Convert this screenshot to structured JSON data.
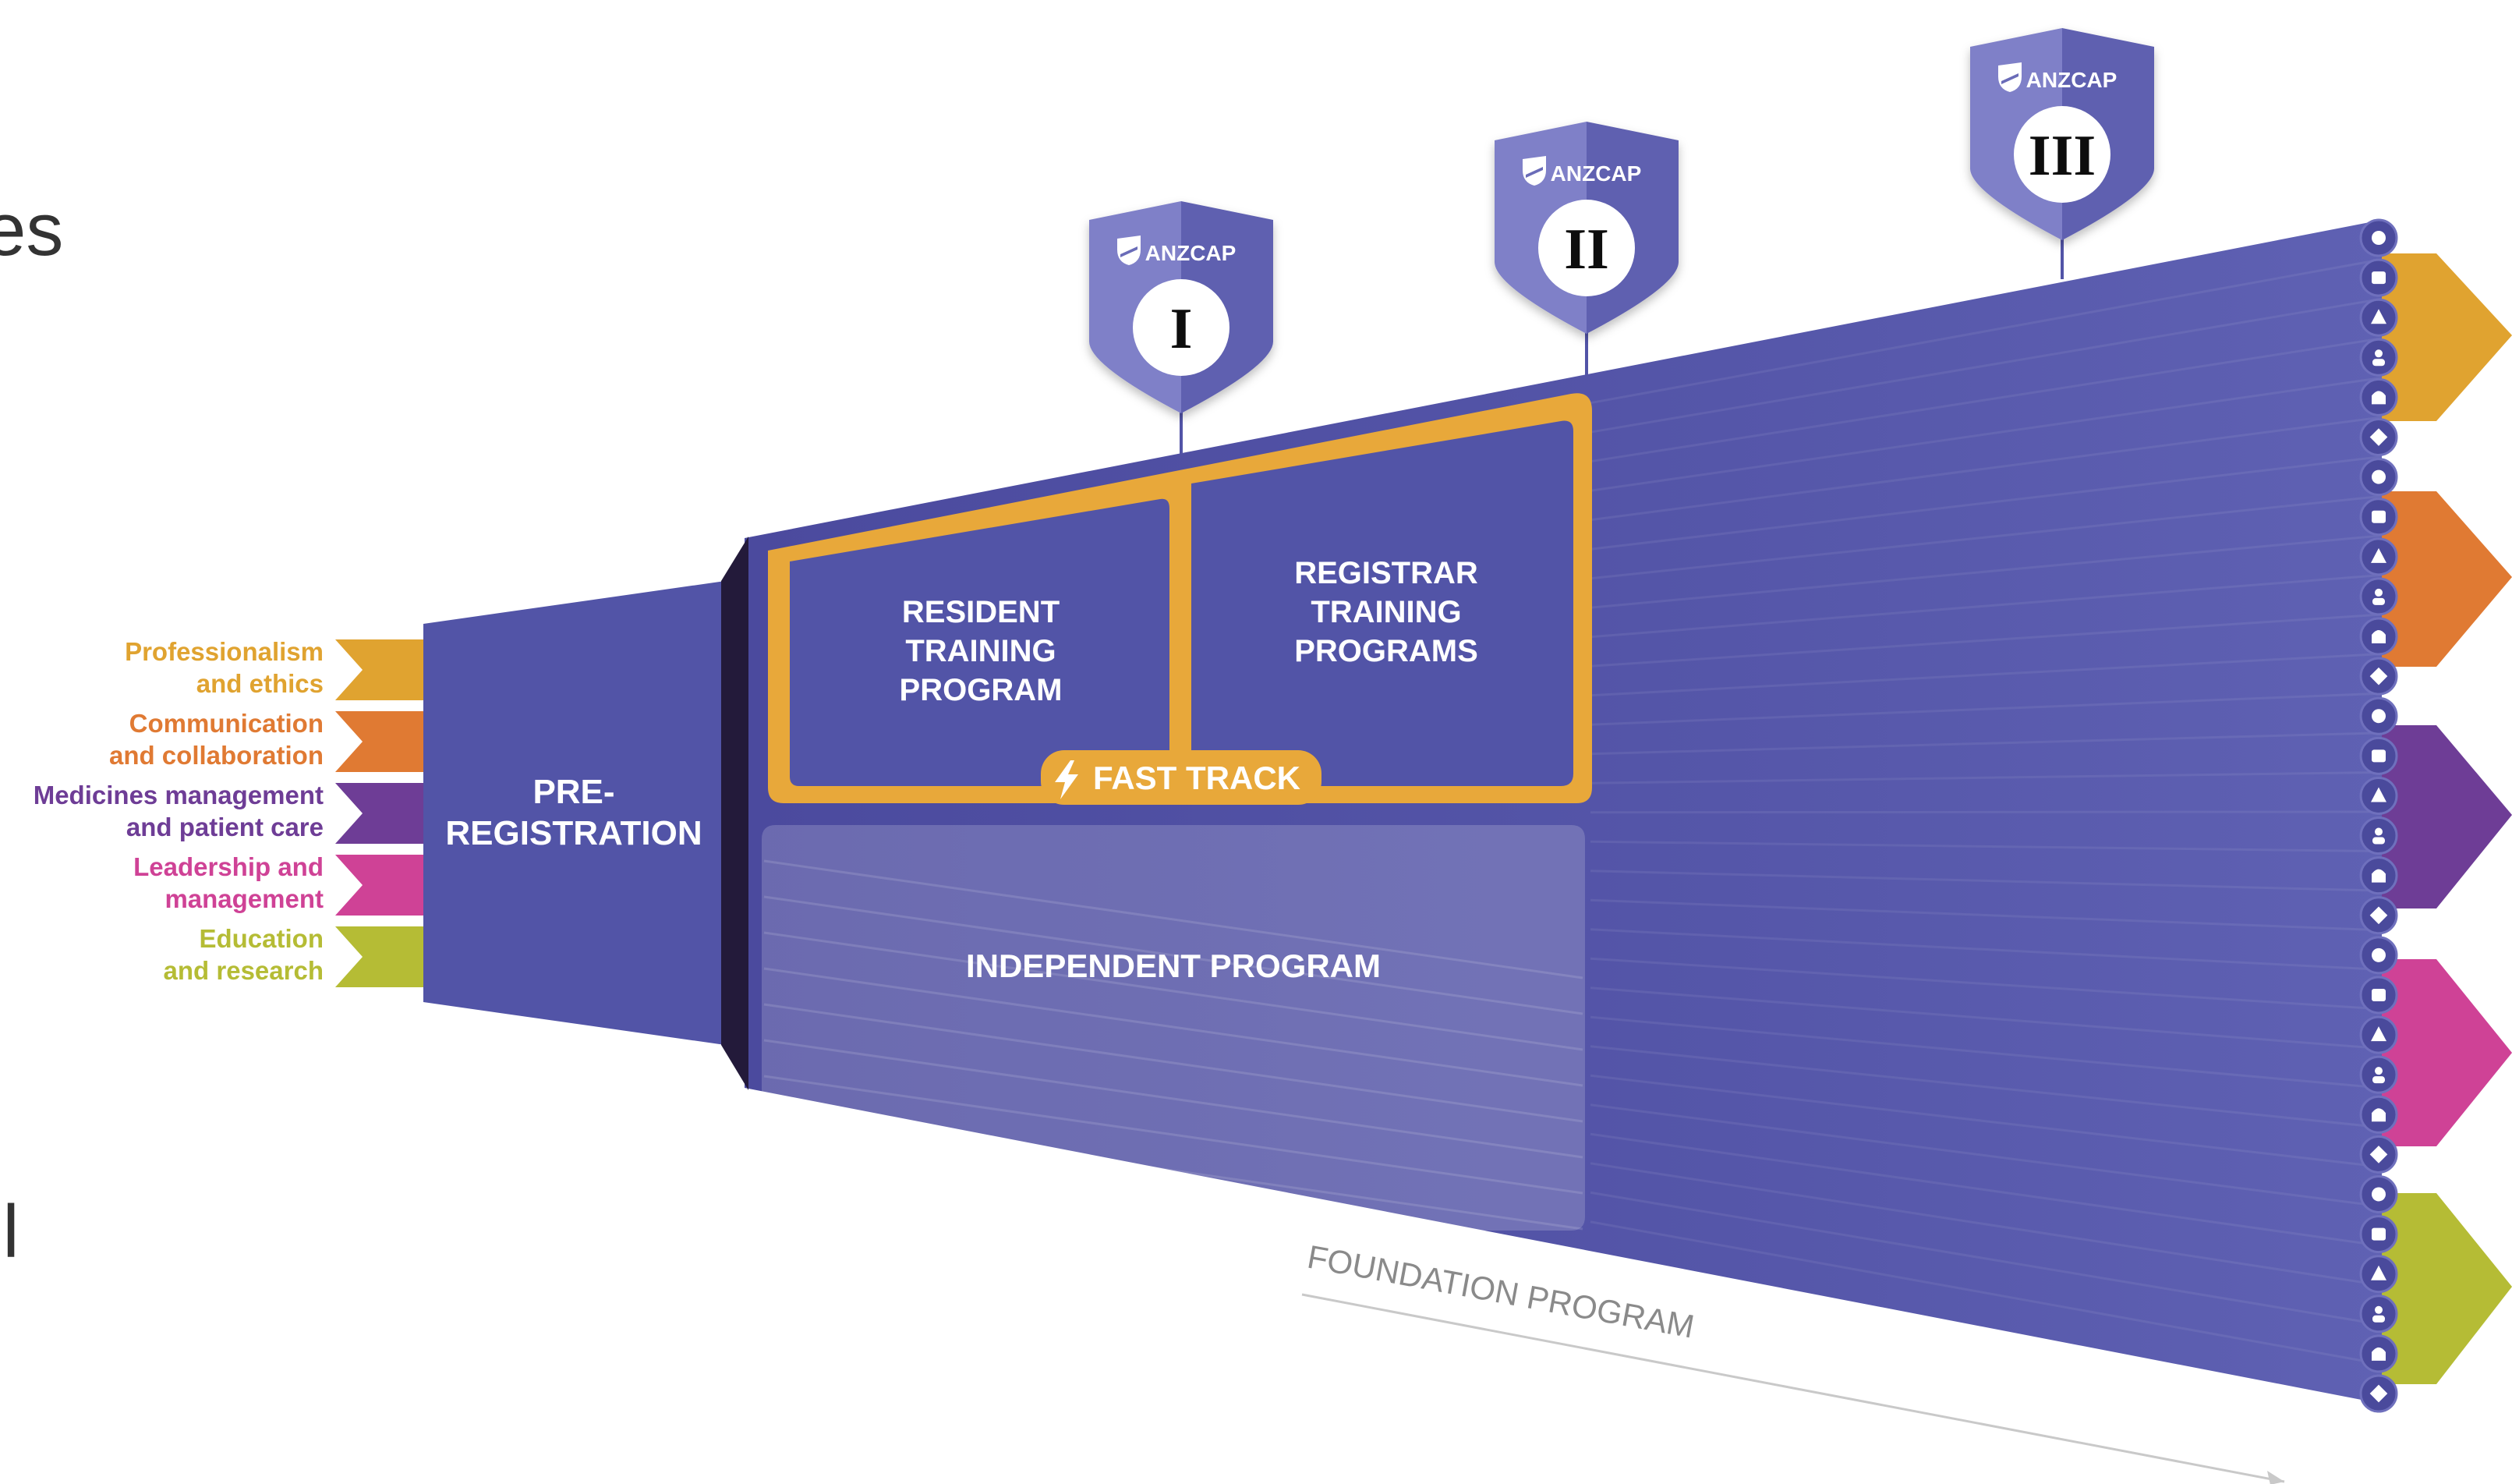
{
  "fragments": {
    "top": "es",
    "bottom": "el"
  },
  "domains": [
    {
      "lines": [
        "Professionalism",
        "and ethics"
      ],
      "color": "#e0a330"
    },
    {
      "lines": [
        "Communication",
        "and collaboration"
      ],
      "color": "#e07a33"
    },
    {
      "lines": [
        "Medicines management",
        "and patient care"
      ],
      "color": "#6e3d96"
    },
    {
      "lines": [
        "Leadership and",
        "management"
      ],
      "color": "#cf4296"
    },
    {
      "lines": [
        "Education",
        "and research"
      ],
      "color": "#b5bc35"
    }
  ],
  "pre_registration": {
    "line1": "PRE-",
    "line2": "REGISTRATION"
  },
  "resident": {
    "line1": "RESIDENT",
    "line2": "TRAINING",
    "line3": "PROGRAM"
  },
  "registrar": {
    "line1": "REGISTRAR",
    "line2": "TRAINING",
    "line3": "PROGRAMS"
  },
  "fast_track": "FAST TRACK",
  "independent": "INDEPENDENT PROGRAM",
  "foundation": "FOUNDATION PROGRAM",
  "badges": [
    {
      "org": "ANZCAP",
      "numeral": "I"
    },
    {
      "org": "ANZCAP",
      "numeral": "II"
    },
    {
      "org": "ANZCAP",
      "numeral": "III"
    }
  ],
  "colors": {
    "purple": "#5254a7",
    "purple_dark": "#4a4a9c",
    "badge": "#6b6cb8",
    "gold": "#e8a83a",
    "ink": "#231a3a"
  },
  "icon_names": [
    "heart-pulse-icon",
    "lungs-icon",
    "camera-icon",
    "brain-icon",
    "baby-stroller-icon",
    "person-icon",
    "head-profile-icon",
    "gear-icon",
    "clipboard-icon",
    "brain-circuit-icon",
    "bandage-icon",
    "info-icon",
    "group-icon",
    "shield-check-icon",
    "graduation-cap-icon",
    "people-walking-icon",
    "doctor-icon",
    "nurse-icon",
    "pills-icon",
    "road-icon",
    "pestle-icon",
    "ambulance-icon",
    "checklist-icon",
    "monitor-icon",
    "pen-icon",
    "star-icon",
    "settings-icon",
    "team-icon",
    "raised-hand-icon",
    "lightbulb-icon"
  ]
}
